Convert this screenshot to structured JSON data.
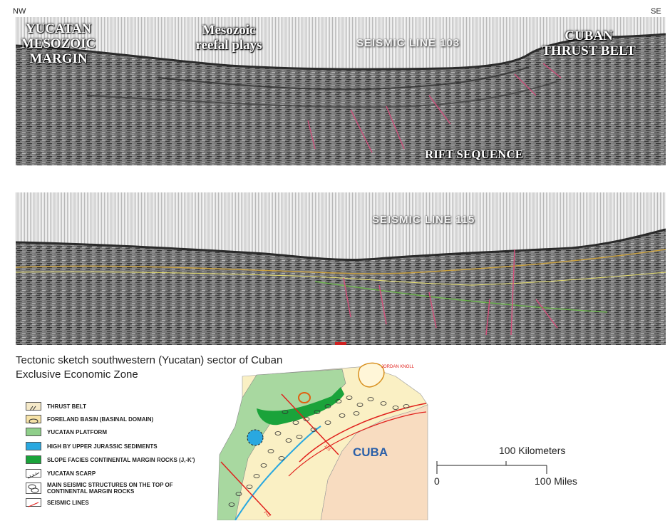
{
  "orientation": {
    "left": "NW",
    "right": "SE"
  },
  "line103": {
    "title": "SEISMIC LINE 103",
    "labels": {
      "yucatan_margin": [
        "YUCATAN",
        "MESOZOIC",
        "MARGIN"
      ],
      "reefal": [
        "Mesozoic",
        "reefal plays"
      ],
      "cuban_thrust": [
        "CUBAN",
        "THRUST BELT"
      ],
      "rift": "RIFT SEQUENCE"
    }
  },
  "line115": {
    "title": "SEISMIC LINE 115"
  },
  "sketch": {
    "title_lines": [
      "Tectonic sketch southwestern (Yucatan) sector of Cuban",
      "Exclusive Economic Zone"
    ],
    "legend": [
      {
        "label": "THRUST BELT",
        "symbol": "thrust",
        "color": "#f5e9c8"
      },
      {
        "label": "FORELAND BASIN (BASINAL DOMAIN)",
        "symbol": "foreland",
        "color": "#f7e3a8"
      },
      {
        "label": "YUCATAN PLATFORM",
        "symbol": "fill",
        "color": "#8fcf8a"
      },
      {
        "label": "HIGH BY UPPER JURASSIC SEDIMENTS",
        "symbol": "fill",
        "color": "#29a8e0"
      },
      {
        "label": "SLOPE FACIES CONTINENTAL MARGIN ROCKS (J,-K')",
        "symbol": "fill",
        "color": "#1aa33a"
      },
      {
        "label": "YUCATAN SCARP",
        "symbol": "scarp",
        "color": "#ffffff"
      },
      {
        "label": "MAIN SEISMIC STRUCTURES ON THE TOP OF|CONTINENTAL MARGIN ROCKS",
        "symbol": "structures",
        "color": "#ffffff"
      },
      {
        "label": "SEISMIC LINES",
        "symbol": "seismic",
        "color": "#ffffff"
      }
    ],
    "map": {
      "jordan_knoll": "JORDAN KNOLL",
      "cuba": "CUBA",
      "line_tag_115": "115",
      "line_tag_103": "103",
      "colors": {
        "platform": "#a8d8a0",
        "slope": "#1aa33a",
        "high": "#29a8e0",
        "foreland": "#faf0c4",
        "thrust": "#f8dcc0",
        "seismic": "#e0201c",
        "cuba_text": "#2a5fa8"
      }
    },
    "scale": {
      "km_label": "100 Kilometers",
      "zero": "0",
      "miles_label": "100 Miles"
    }
  }
}
